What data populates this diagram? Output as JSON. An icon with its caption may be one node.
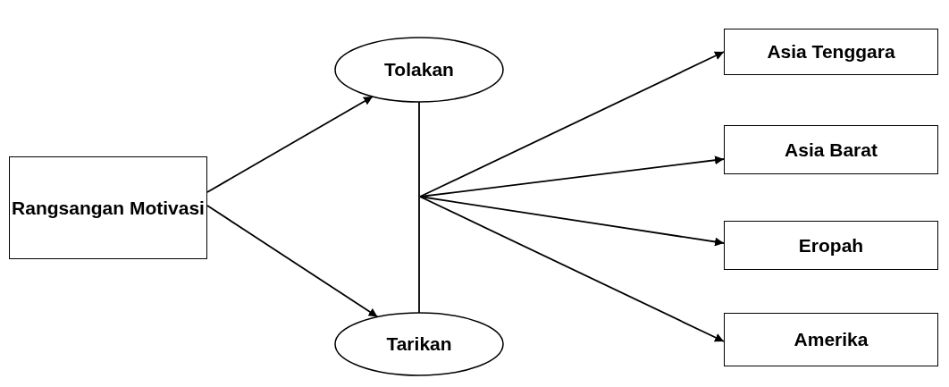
{
  "diagram": {
    "nodes": [
      {
        "text": [
          "Rangsangan Motivasi"
        ]
      },
      {
        "text": [
          "Tolakan"
        ]
      },
      {
        "text": [
          "Tarikan"
        ]
      },
      {
        "text": [
          "Asia Tenggara"
        ]
      },
      {
        "text": [
          "Asia Barat"
        ]
      },
      {
        "text": [
          "Eropah"
        ]
      },
      {
        "text": [
          "Amerika"
        ]
      }
    ],
    "edges": [
      {
        "from": 0,
        "to": 1,
        "arrow": "to"
      },
      {
        "from": 0,
        "to": 2,
        "arrow": "to"
      },
      {
        "from": 1,
        "to": 2,
        "arrow": "none"
      },
      {
        "from": null,
        "to": 3,
        "arrow": "to"
      },
      {
        "from": null,
        "to": 4,
        "arrow": "to"
      },
      {
        "from": null,
        "to": 5,
        "arrow": "to"
      },
      {
        "from": null,
        "to": 6,
        "arrow": "to"
      }
    ]
  }
}
